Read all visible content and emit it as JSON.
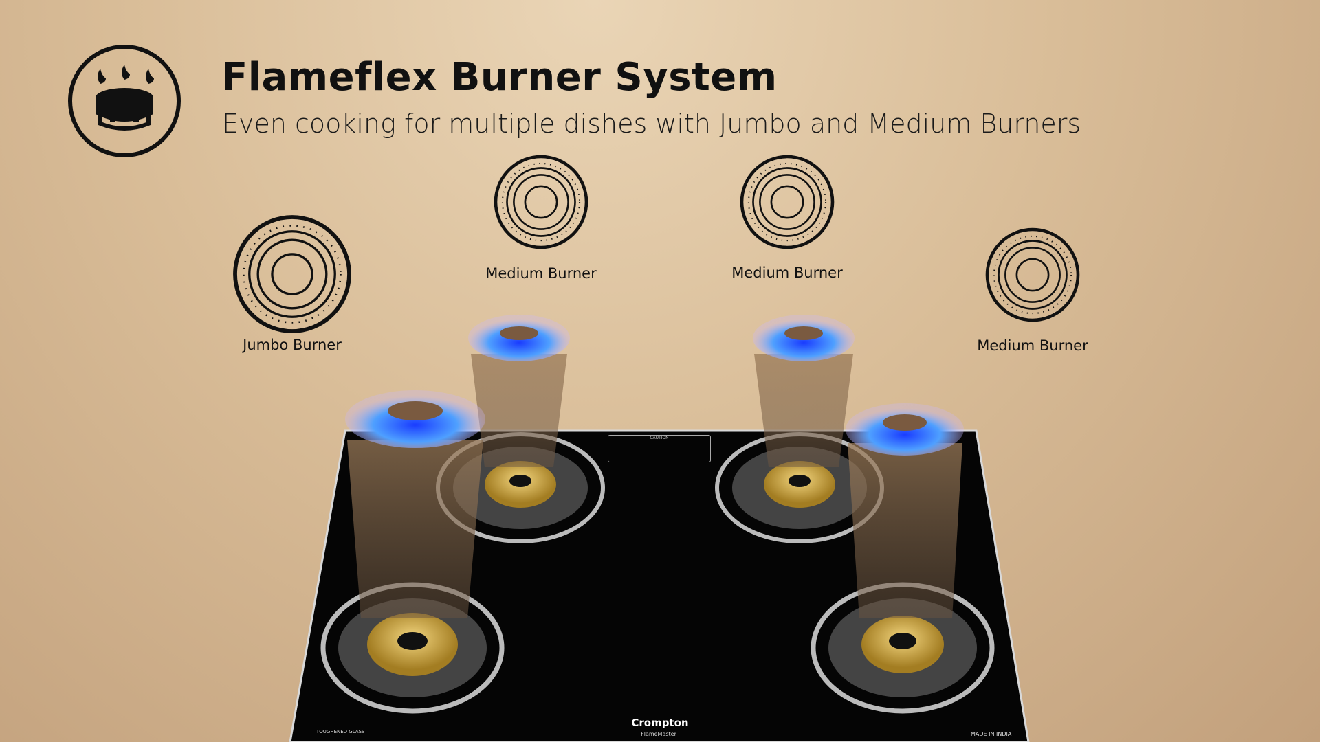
{
  "header": {
    "title": "Flameflex Burner System",
    "subtitle": "Even cooking for multiple dishes with Jumbo and Medium Burners",
    "icon": "gas-burner-icon"
  },
  "burners": [
    {
      "label": "Jumbo Burner",
      "icon": "burner-ring-icon"
    },
    {
      "label": "Medium Burner",
      "icon": "burner-ring-icon"
    },
    {
      "label": "Medium Burner",
      "icon": "burner-ring-icon"
    },
    {
      "label": "Medium Burner",
      "icon": "burner-ring-icon"
    }
  ],
  "stove": {
    "brand": "Crompton",
    "model": "FlameMaster",
    "origin": "MADE IN INDIA",
    "glass_badge": "TOUGHENED GLASS",
    "caution_title": "CAUTION"
  },
  "colors": {
    "flame": "#3b6cff",
    "brass": "#c9a43a",
    "glass": "#050505",
    "background": "#d9bd98"
  }
}
